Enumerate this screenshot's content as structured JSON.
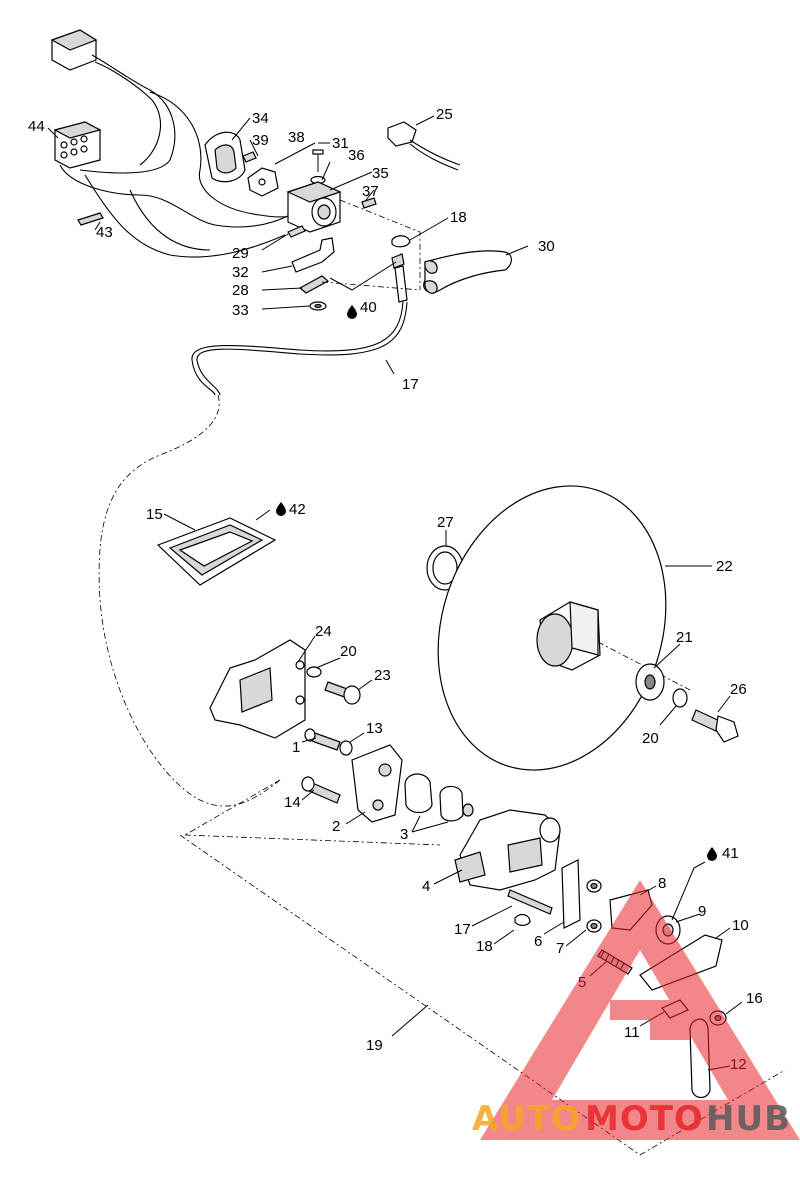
{
  "callouts": {
    "c1": "1",
    "c2": "2",
    "c3": "3",
    "c4": "4",
    "c5": "5",
    "c6": "6",
    "c7": "7",
    "c8": "8",
    "c9": "9",
    "c10": "10",
    "c11": "11",
    "c12": "12",
    "c13": "13",
    "c14": "14",
    "c15": "15",
    "c16": "16",
    "c17a": "17",
    "c17b": "17",
    "c18a": "18",
    "c18b": "18",
    "c19": "19",
    "c20a": "20",
    "c20b": "20",
    "c21": "21",
    "c22": "22",
    "c23": "23",
    "c24": "24",
    "c25": "25",
    "c26": "26",
    "c27": "27",
    "c28": "28",
    "c29": "29",
    "c30": "30",
    "c31": "31",
    "c32": "32",
    "c33": "33",
    "c34": "34",
    "c35": "35",
    "c36": "36",
    "c37": "37",
    "c38": "38",
    "c39": "39",
    "c40": "40",
    "c41": "41",
    "c42": "42",
    "c43": "43",
    "c44": "44"
  },
  "watermark": {
    "part_auto": "AUTO",
    "part_moto": "MOTO",
    "part_hub": "HUB",
    "colors": {
      "triangle": "#e8262b",
      "auto": "#f5a623",
      "moto": "#e8262b",
      "hub": "#5a5a5a"
    }
  },
  "colors": {
    "line": "#000000",
    "background": "#ffffff",
    "lubricant_icon": "#000000"
  }
}
